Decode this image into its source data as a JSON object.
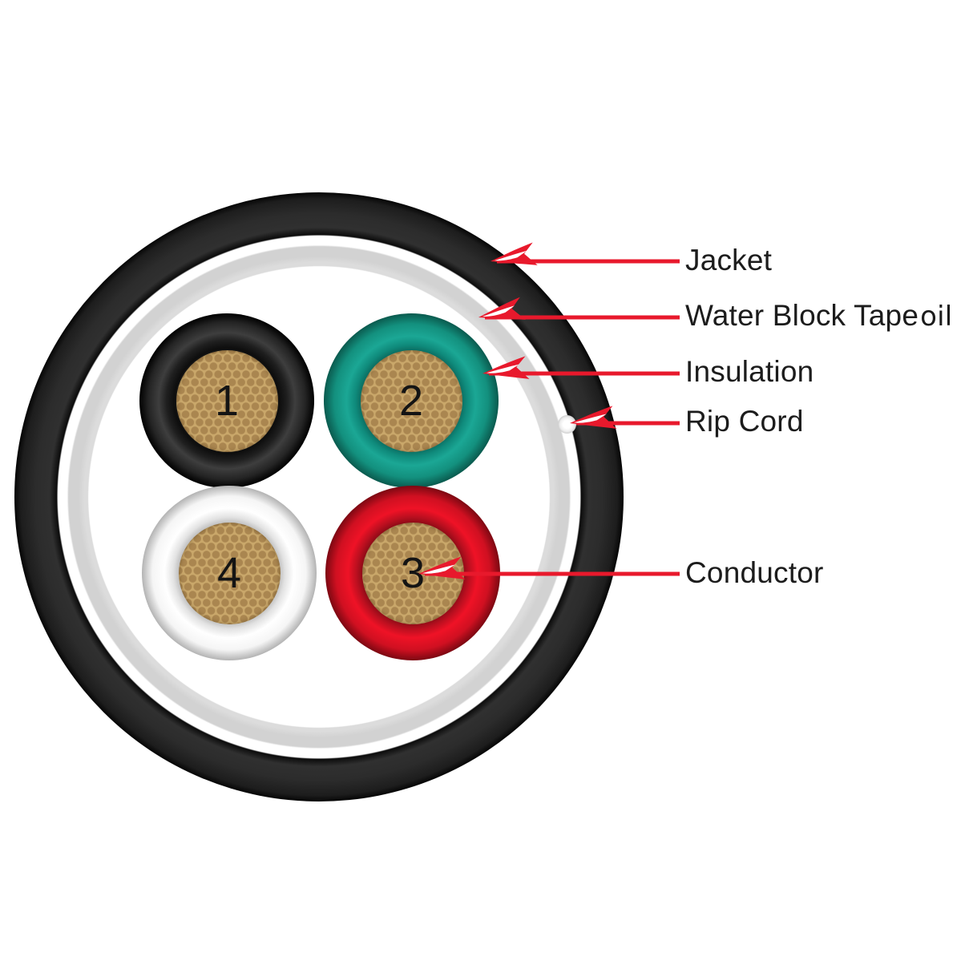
{
  "diagram": {
    "type": "cable-cross-section",
    "background": "#ffffff",
    "colors": {
      "accent_red": "#e8192c",
      "text": "#1c1c1c",
      "jacket": "#282828",
      "water_block_tape": "#d2d2d2",
      "conductor_core": "#c9a76a",
      "conductor_core_dots": "#aa8650",
      "rip_cord": "#c2c2c2"
    },
    "conductors": [
      {
        "number": "1",
        "position": "top-left",
        "insulation": "black",
        "insulation_color": "#222222"
      },
      {
        "number": "2",
        "position": "top-right",
        "insulation": "teal",
        "insulation_color": "#17a190"
      },
      {
        "number": "3",
        "position": "bottom-right",
        "insulation": "red",
        "insulation_color": "#e81126"
      },
      {
        "number": "4",
        "position": "bottom-left",
        "insulation": "white",
        "insulation_color": "#ffffff"
      }
    ],
    "labels": [
      {
        "text": "Jacket"
      },
      {
        "text": "Water Block Tape",
        "suffix": "oil"
      },
      {
        "text": "Insulation"
      },
      {
        "text": "Rip Cord"
      },
      {
        "text": "Conductor"
      }
    ]
  }
}
